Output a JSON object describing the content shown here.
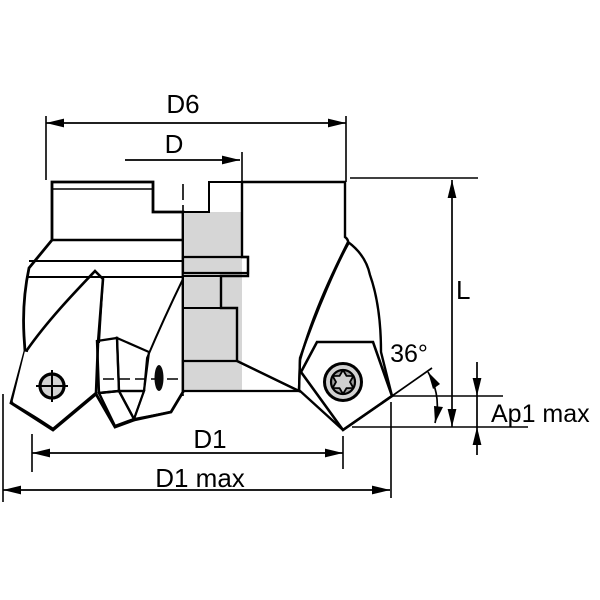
{
  "drawing": {
    "subject": "Face milling cutter with indexable inserts, half cross-section engineering drawing",
    "labels": {
      "d6": "D6",
      "d": "D",
      "l": "L",
      "angle": "36°",
      "ap1_max": "Ap1 max",
      "d1": "D1",
      "d1_max": "D1 max"
    },
    "colors": {
      "background": "#ffffff",
      "body_light": "#d6d6d6",
      "body_mid": "#c9c9c9",
      "body_dark": "#ababab",
      "bar_gray": "#a6a6a6",
      "insert_face": "#ffffff",
      "screw_ring": "#d2d2d2",
      "screw_socket": "#9e9e9e",
      "screw_star": "#cfcfcf",
      "line": "#000000"
    }
  }
}
